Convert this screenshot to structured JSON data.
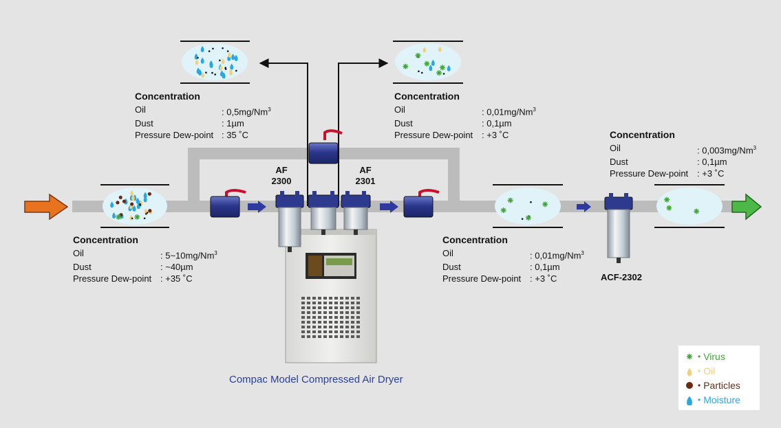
{
  "concentration_blocks": [
    {
      "id": "inlet",
      "title": "Concentration",
      "rows": [
        {
          "key": "Oil",
          "value": ": 5~10mg/Nm",
          "sup": "3"
        },
        {
          "key": "Dust",
          "value": ": ~40µm",
          "sup": ""
        },
        {
          "key": "Pressure Dew-point",
          "value": ": +35 ˚C",
          "sup": ""
        }
      ]
    },
    {
      "id": "top-left",
      "title": "Concentration",
      "rows": [
        {
          "key": "Oil",
          "value": ": 0,5mg/Nm",
          "sup": "3"
        },
        {
          "key": "Dust",
          "value": ": 1µm",
          "sup": ""
        },
        {
          "key": "Pressure Dew-point",
          "value": ": 35 ˚C",
          "sup": ""
        }
      ]
    },
    {
      "id": "top-right",
      "title": "Concentration",
      "rows": [
        {
          "key": "Oil",
          "value": ": 0,01mg/Nm",
          "sup": "3"
        },
        {
          "key": "Dust",
          "value": ": 0,1µm",
          "sup": ""
        },
        {
          "key": "Pressure Dew-point",
          "value": ": +3 ˚C",
          "sup": ""
        }
      ]
    },
    {
      "id": "after-dryer",
      "title": "Concentration",
      "rows": [
        {
          "key": "Oil",
          "value": ": 0,01mg/Nm",
          "sup": "3"
        },
        {
          "key": "Dust",
          "value": ": 0,1µm",
          "sup": ""
        },
        {
          "key": "Pressure Dew-point",
          "value": ": +3 ˚C",
          "sup": ""
        }
      ]
    },
    {
      "id": "outlet",
      "title": "Concentration",
      "rows": [
        {
          "key": "Oil",
          "value": ": 0,003mg/Nm",
          "sup": "3"
        },
        {
          "key": "Dust",
          "value": ": 0,1µm",
          "sup": ""
        },
        {
          "key": "Pressure Dew-point",
          "value": ": +3 ˚C",
          "sup": ""
        }
      ]
    }
  ],
  "labels": {
    "af2300": [
      "AF",
      "2300"
    ],
    "af2301": [
      "AF",
      "2301"
    ],
    "acf2302": "ACF-2302",
    "caption": "Compac Model Compressed Air Dryer"
  },
  "legend": [
    {
      "name": "Virus",
      "icon": "virus-icon",
      "color": "#3fa535"
    },
    {
      "name": "Oil",
      "icon": "oil-drop-icon",
      "color": "#f3cf7a"
    },
    {
      "name": "Particles",
      "icon": "particle-icon",
      "color": "#6b2a12"
    },
    {
      "name": "Moisture",
      "icon": "moisture-drop-icon",
      "color": "#2aa7e0"
    }
  ],
  "colors": {
    "pipe": "#bcbcbc",
    "flow_arrow": "#2f3a9e",
    "inlet_arrow": "#e8731f",
    "outlet_arrow": "#4cb848",
    "chamber_fill": "#dff3f8",
    "valve_body": "#2d3a8e",
    "valve_handle": "#c8102e",
    "caption": "#2a3f9a"
  }
}
